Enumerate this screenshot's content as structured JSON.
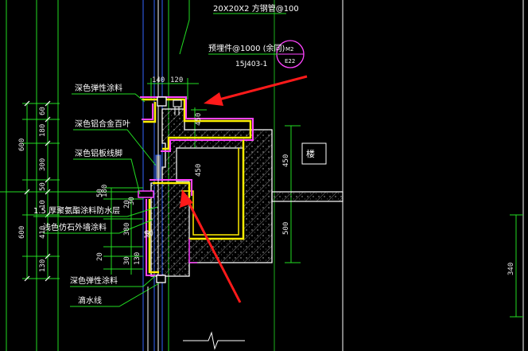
{
  "annotations": {
    "steel_tube": "20X20X2   方钢管@100",
    "embed": "预埋件@1000   (余同)",
    "atlas_ref": "15J403-1",
    "detail_top": "M2",
    "detail_bottom": "E22",
    "room_label": "楼",
    "elastic_paint_top": "深色弹性涂料",
    "aluminum_louver": "深色铝合金百叶",
    "aluminum_skirting": "深色铝板线脚",
    "waterproof": "1.5 厚聚氨酯涂料防水层",
    "stone_paint": "浅色仿石外墙涂料",
    "elastic_paint_bottom": "深色弹性涂料",
    "drip_line": "滴水线"
  },
  "dimensions": {
    "left_total_top": "600",
    "left_total_bottom": "600",
    "left_60": "60",
    "left_180": "180",
    "left_300": "300",
    "left_50": "50",
    "left_10a": "10",
    "left_410": "410",
    "left_130": "130",
    "mid_50a": "50",
    "mid_30a": "30",
    "mid_20a": "20",
    "mid_380": "380",
    "mid_20b": "20",
    "mid_30b": "30",
    "mid_130": "130",
    "mid_10": "10",
    "top_140": "140",
    "top_120": "120",
    "d450a": "450",
    "d450b": "450",
    "d450c": "450",
    "d500": "500",
    "d340": "340",
    "d180": "180",
    "d60": "60"
  },
  "colors": {
    "background": "#000000",
    "magenta": "#ff44ff",
    "yellow": "#ffee00",
    "green": "#22dd22",
    "cyan": "#00e5ff",
    "blue": "#3366ff",
    "red": "#ff1a1a",
    "white": "#ffffff"
  }
}
